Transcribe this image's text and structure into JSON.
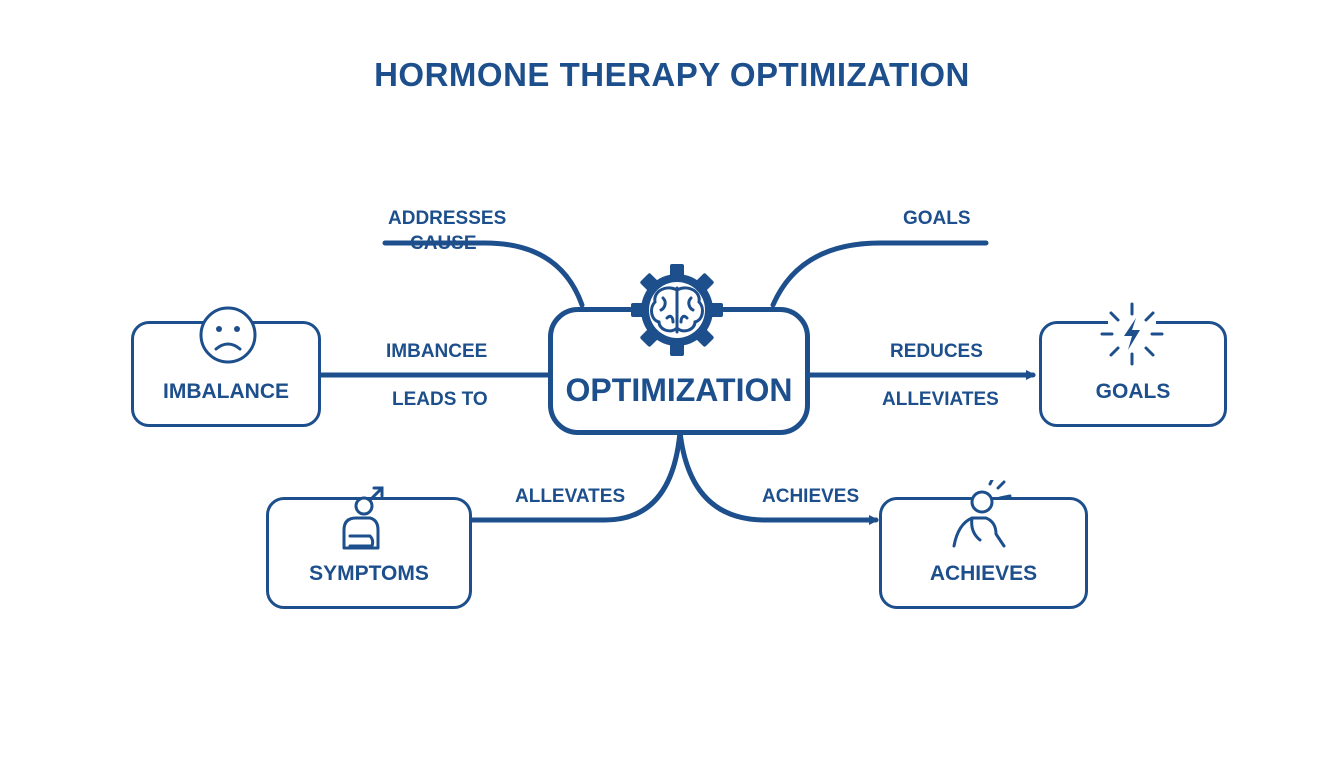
{
  "title": "HORMONE THERAPY OPTIMIZATION",
  "colors": {
    "primary": "#1d4f8c",
    "background": "#ffffff"
  },
  "nodes": {
    "center": {
      "label": "OPTIMIZATION",
      "icon": "brain-gear-icon"
    },
    "imbalance": {
      "label": "IMBALANCE",
      "icon": "sad-face-icon"
    },
    "goals": {
      "label": "GOALS",
      "icon": "spark-bolt-icon"
    },
    "symptoms": {
      "label": "SYMPTOMS",
      "icon": "person-male-symbol-icon"
    },
    "achieves": {
      "label": "ACHIEVES",
      "icon": "person-rays-icon"
    }
  },
  "edge_labels": {
    "addresses_cause_line1": "ADDRESSES",
    "addresses_cause_line2": "CAUSE",
    "goals_top": "GOALS",
    "imbancee": "IMBANCEE",
    "leads_to": "LEADS TO",
    "reduces": "REDUCES",
    "alleviates_right": "ALLEVIATES",
    "allevates": "ALLEVATES",
    "achieves_edge": "ACHIEVES"
  }
}
